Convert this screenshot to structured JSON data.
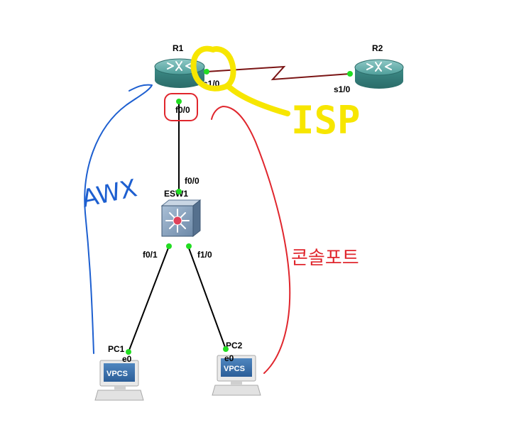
{
  "devices": {
    "r1": {
      "name": "R1"
    },
    "r2": {
      "name": "R2"
    },
    "esw1": {
      "name": "ESW1"
    },
    "pc1": {
      "name": "PC1",
      "screen_text": "VPCS"
    },
    "pc2": {
      "name": "PC2",
      "screen_text": "VPCS"
    }
  },
  "ports": {
    "r1_s1_0": "s1/0",
    "r2_s1_0": "s1/0",
    "r1_f0_0": "f0/0",
    "esw1_f0_0": "f0/0",
    "esw1_f0_1": "f0/1",
    "esw1_f1_0": "f1/0",
    "pc1_e0": "e0",
    "pc2_e0": "e0"
  },
  "annotations": {
    "yellow": "ISP",
    "blue": "AWX",
    "red": "콘솔포트"
  },
  "colors": {
    "router_fill": "#3f8f8c",
    "serial_link": "#7a1414",
    "ethernet_link": "#000000",
    "port_dot": "#22dd22",
    "annotation_yellow": "#f7e600",
    "annotation_blue": "#1d5fd0",
    "annotation_red": "#e0262d"
  }
}
